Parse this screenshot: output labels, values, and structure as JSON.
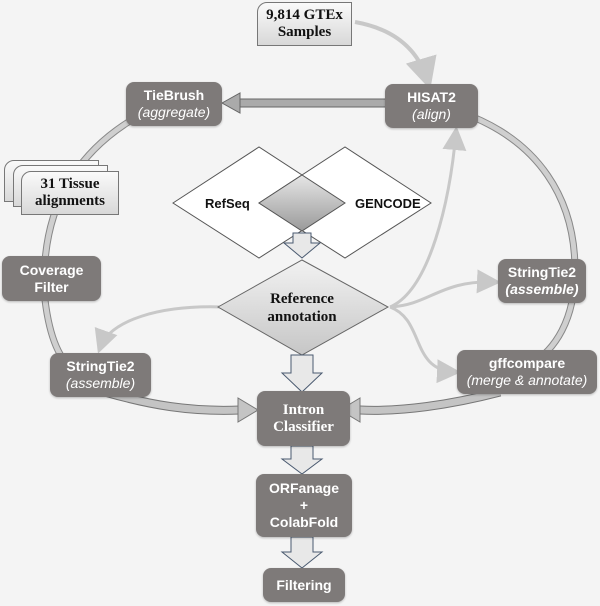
{
  "title": "Pipeline diagram",
  "inputs": {
    "samples": [
      "9,814 GTEx",
      "Samples"
    ],
    "tissue": [
      "31 Tissue",
      "alignments"
    ]
  },
  "nodes": {
    "hisat2": {
      "title": "HISAT2",
      "subtitle": "(align)"
    },
    "tiebrush": {
      "title": "TieBrush",
      "subtitle": "(aggregate)"
    },
    "coverage": {
      "title": "Coverage",
      "subtitle": "Filter"
    },
    "stringtie_left": {
      "title": "StringTie2",
      "subtitle": "(assemble)"
    },
    "stringtie_right": {
      "title": "StringTie2",
      "subtitle": "(assemble)"
    },
    "gffcompare": {
      "title": "gffcompare",
      "subtitle": "(merge & annotate)"
    },
    "intron": {
      "title": "Intron",
      "subtitle": "Classifier"
    },
    "orfanage": {
      "line1": "ORFanage",
      "line2": "+",
      "line3": "ColabFold"
    },
    "filtering": {
      "title": "Filtering"
    }
  },
  "annotations": {
    "refseq": "RefSeq",
    "gencode": "GENCODE",
    "reference": [
      "Reference",
      "annotation"
    ]
  },
  "colors": {
    "node_fill": "#7e7a79",
    "background": "#f4f4f4",
    "light_arrow": "#c8c8c8",
    "thick_arrow": "#b5b5b5"
  }
}
